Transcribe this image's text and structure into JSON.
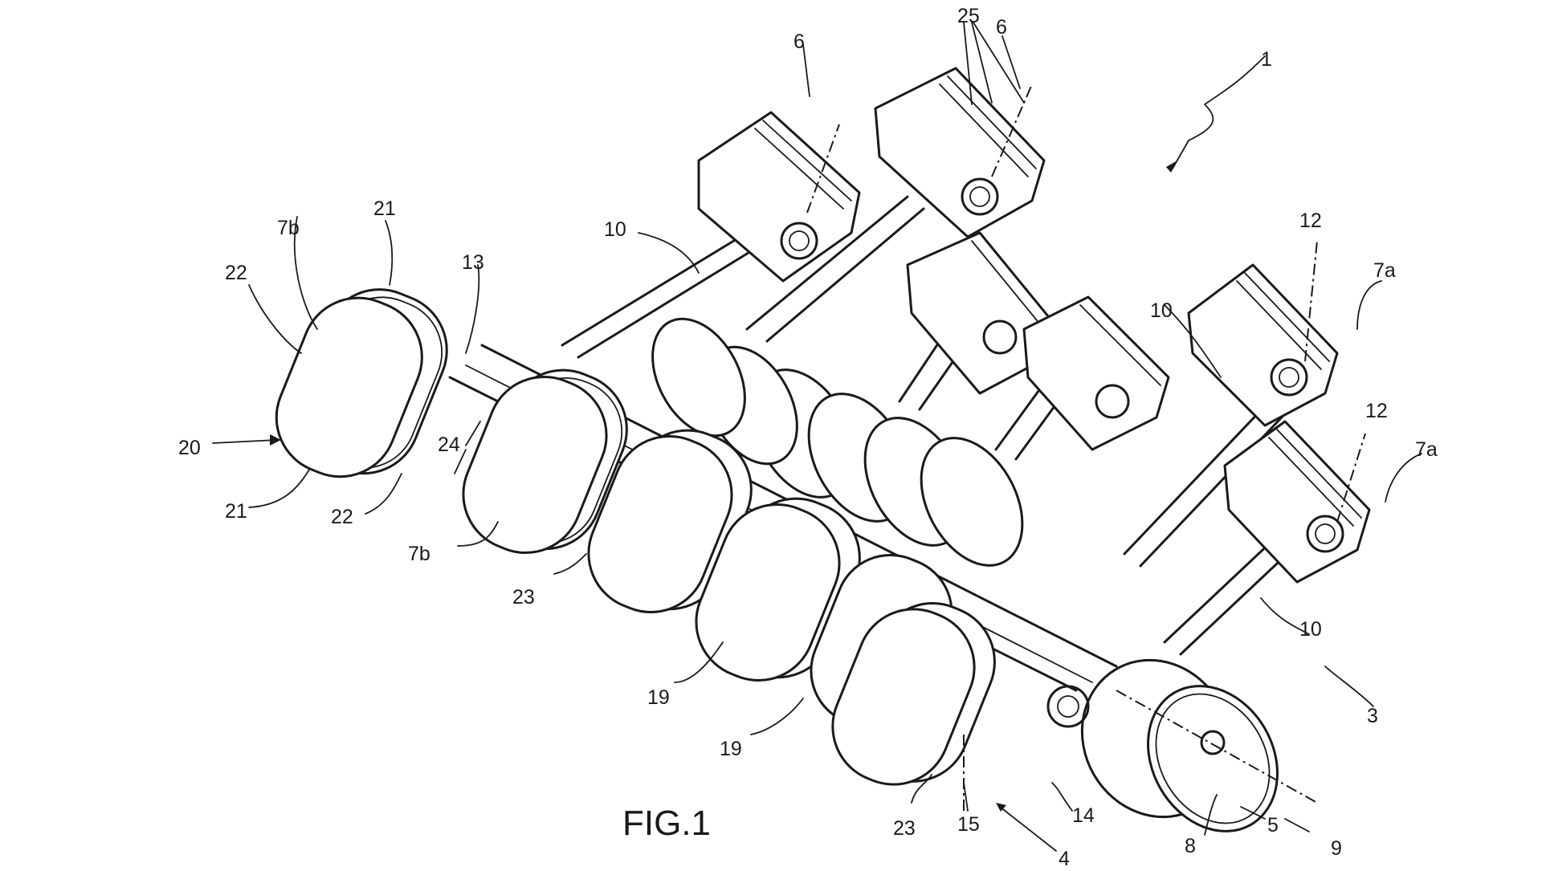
{
  "figure": {
    "caption": "FIG.1",
    "labels": [
      {
        "id": "1",
        "text": "1"
      },
      {
        "id": "25",
        "text": "25"
      },
      {
        "id": "6a",
        "text": "6"
      },
      {
        "id": "6b",
        "text": "6"
      },
      {
        "id": "7b-top",
        "text": "7b"
      },
      {
        "id": "21-top",
        "text": "21"
      },
      {
        "id": "22-top",
        "text": "22"
      },
      {
        "id": "13",
        "text": "13"
      },
      {
        "id": "10-top",
        "text": "10"
      },
      {
        "id": "20",
        "text": "20"
      },
      {
        "id": "24",
        "text": "24"
      },
      {
        "id": "21-bottom",
        "text": "21"
      },
      {
        "id": "22-bottom",
        "text": "22"
      },
      {
        "id": "7b-bottom",
        "text": "7b"
      },
      {
        "id": "23-left",
        "text": "23"
      },
      {
        "id": "19-a",
        "text": "19"
      },
      {
        "id": "19-b",
        "text": "19"
      },
      {
        "id": "23-right",
        "text": "23"
      },
      {
        "id": "15",
        "text": "15"
      },
      {
        "id": "14",
        "text": "14"
      },
      {
        "id": "4",
        "text": "4"
      },
      {
        "id": "8",
        "text": "8"
      },
      {
        "id": "5",
        "text": "5"
      },
      {
        "id": "9",
        "text": "9"
      },
      {
        "id": "3",
        "text": "3"
      },
      {
        "id": "10-right",
        "text": "10"
      },
      {
        "id": "10-mid",
        "text": "10"
      },
      {
        "id": "12-top",
        "text": "12"
      },
      {
        "id": "7a-top",
        "text": "7a"
      },
      {
        "id": "12-bottom",
        "text": "12"
      },
      {
        "id": "7a-bottom",
        "text": "7a"
      }
    ]
  }
}
